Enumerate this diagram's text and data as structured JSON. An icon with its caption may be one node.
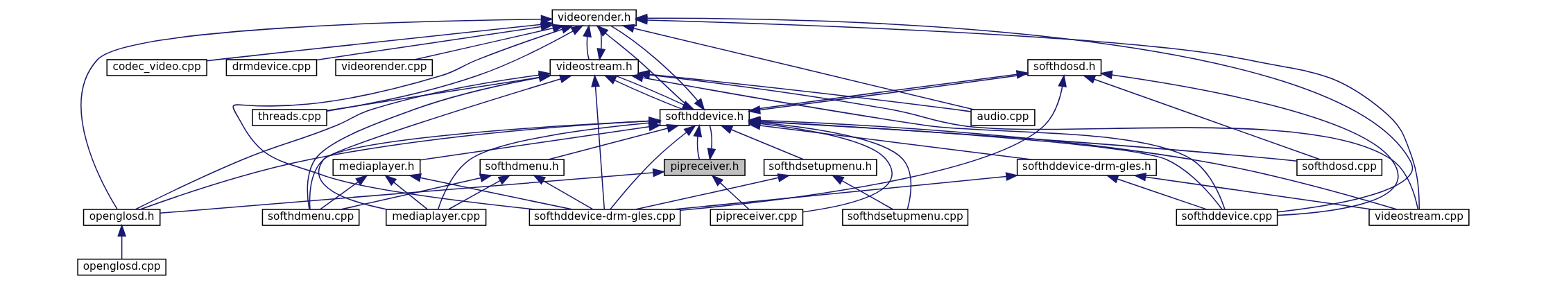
{
  "diagram": {
    "nodes": [
      {
        "text": [
          "pipreceiver.h"
        ]
      },
      {
        "text": [
          "softhddevice.h"
        ]
      },
      {
        "text": [
          "pipreceiver.cpp"
        ]
      },
      {
        "text": [
          "videorender.h"
        ]
      },
      {
        "text": [
          "softhdsetupmenu.h"
        ]
      },
      {
        "text": [
          "softhdosd.h"
        ]
      },
      {
        "text": [
          "mediaplayer.h"
        ]
      },
      {
        "text": [
          "softhdmenu.h"
        ]
      },
      {
        "text": [
          "softhdsetupmenu.cpp"
        ]
      },
      {
        "text": [
          "softhdosd.cpp"
        ]
      },
      {
        "text": [
          "softhddevice-drm-gles.h"
        ]
      },
      {
        "text": [
          "videostream.h"
        ]
      },
      {
        "text": [
          "codec_video.cpp"
        ]
      },
      {
        "text": [
          "drmdevice.cpp"
        ]
      },
      {
        "text": [
          "videorender.cpp"
        ]
      },
      {
        "text": [
          "softhdmenu.cpp"
        ]
      },
      {
        "text": [
          "mediaplayer.cpp"
        ]
      },
      {
        "text": [
          "softhddevice-drm-gles.cpp"
        ]
      },
      {
        "text": [
          "videostream.cpp"
        ]
      },
      {
        "text": [
          "threads.cpp"
        ]
      },
      {
        "text": [
          "audio.cpp"
        ]
      },
      {
        "text": [
          "softhddevice.cpp"
        ]
      },
      {
        "text": [
          "openglosd.h"
        ]
      },
      {
        "text": [
          "openglosd.cpp"
        ]
      }
    ],
    "edges": [
      {
        "from": 1,
        "to": 0,
        "arrow": "to"
      },
      {
        "from": 2,
        "to": 0,
        "arrow": "to"
      },
      {
        "from": 22,
        "to": 0,
        "arrow": "to"
      },
      {
        "from": 0,
        "to": 1,
        "arrow": "to"
      },
      {
        "from": 2,
        "to": 1,
        "arrow": "to"
      },
      {
        "from": 3,
        "to": 1,
        "arrow": "to"
      },
      {
        "from": 4,
        "to": 1,
        "arrow": "to"
      },
      {
        "from": 5,
        "to": 1,
        "arrow": "to"
      },
      {
        "from": 6,
        "to": 1,
        "arrow": "to"
      },
      {
        "from": 7,
        "to": 1,
        "arrow": "to"
      },
      {
        "from": 8,
        "to": 1,
        "arrow": "to"
      },
      {
        "from": 9,
        "to": 1,
        "arrow": "to"
      },
      {
        "from": 10,
        "to": 1,
        "arrow": "to"
      },
      {
        "from": 11,
        "to": 1,
        "arrow": "to"
      },
      {
        "from": 15,
        "to": 1,
        "arrow": "to"
      },
      {
        "from": 16,
        "to": 1,
        "arrow": "to"
      },
      {
        "from": 17,
        "to": 1,
        "arrow": "to"
      },
      {
        "from": 18,
        "to": 1,
        "arrow": "to"
      },
      {
        "from": 21,
        "to": 1,
        "arrow": "to"
      },
      {
        "from": 22,
        "to": 1,
        "arrow": "to"
      },
      {
        "from": 1,
        "to": 3,
        "arrow": "to"
      },
      {
        "from": 11,
        "to": 3,
        "arrow": "to"
      },
      {
        "from": 12,
        "to": 3,
        "arrow": "to"
      },
      {
        "from": 13,
        "to": 3,
        "arrow": "to"
      },
      {
        "from": 14,
        "to": 3,
        "arrow": "to"
      },
      {
        "from": 17,
        "to": 3,
        "arrow": "to"
      },
      {
        "from": 18,
        "to": 3,
        "arrow": "to"
      },
      {
        "from": 19,
        "to": 3,
        "arrow": "to"
      },
      {
        "from": 20,
        "to": 3,
        "arrow": "to"
      },
      {
        "from": 21,
        "to": 3,
        "arrow": "to"
      },
      {
        "from": 22,
        "to": 3,
        "arrow": "to"
      },
      {
        "from": 8,
        "to": 4,
        "arrow": "to"
      },
      {
        "from": 17,
        "to": 4,
        "arrow": "to"
      },
      {
        "from": 1,
        "to": 5,
        "arrow": "to"
      },
      {
        "from": 9,
        "to": 5,
        "arrow": "to"
      },
      {
        "from": 17,
        "to": 5,
        "arrow": "to"
      },
      {
        "from": 21,
        "to": 5,
        "arrow": "to"
      },
      {
        "from": 15,
        "to": 6,
        "arrow": "to"
      },
      {
        "from": 16,
        "to": 6,
        "arrow": "to"
      },
      {
        "from": 17,
        "to": 6,
        "arrow": "to"
      },
      {
        "from": 15,
        "to": 7,
        "arrow": "to"
      },
      {
        "from": 16,
        "to": 7,
        "arrow": "to"
      },
      {
        "from": 17,
        "to": 7,
        "arrow": "to"
      },
      {
        "from": 17,
        "to": 10,
        "arrow": "to"
      },
      {
        "from": 18,
        "to": 10,
        "arrow": "to"
      },
      {
        "from": 21,
        "to": 10,
        "arrow": "to"
      },
      {
        "from": 1,
        "to": 11,
        "arrow": "to"
      },
      {
        "from": 3,
        "to": 11,
        "arrow": "to"
      },
      {
        "from": 15,
        "to": 11,
        "arrow": "to"
      },
      {
        "from": 16,
        "to": 11,
        "arrow": "to"
      },
      {
        "from": 17,
        "to": 11,
        "arrow": "to"
      },
      {
        "from": 18,
        "to": 11,
        "arrow": "to"
      },
      {
        "from": 19,
        "to": 11,
        "arrow": "to"
      },
      {
        "from": 20,
        "to": 11,
        "arrow": "to"
      },
      {
        "from": 21,
        "to": 11,
        "arrow": "to"
      },
      {
        "from": 22,
        "to": 11,
        "arrow": "to"
      },
      {
        "from": 23,
        "to": 22,
        "arrow": "to"
      }
    ]
  }
}
